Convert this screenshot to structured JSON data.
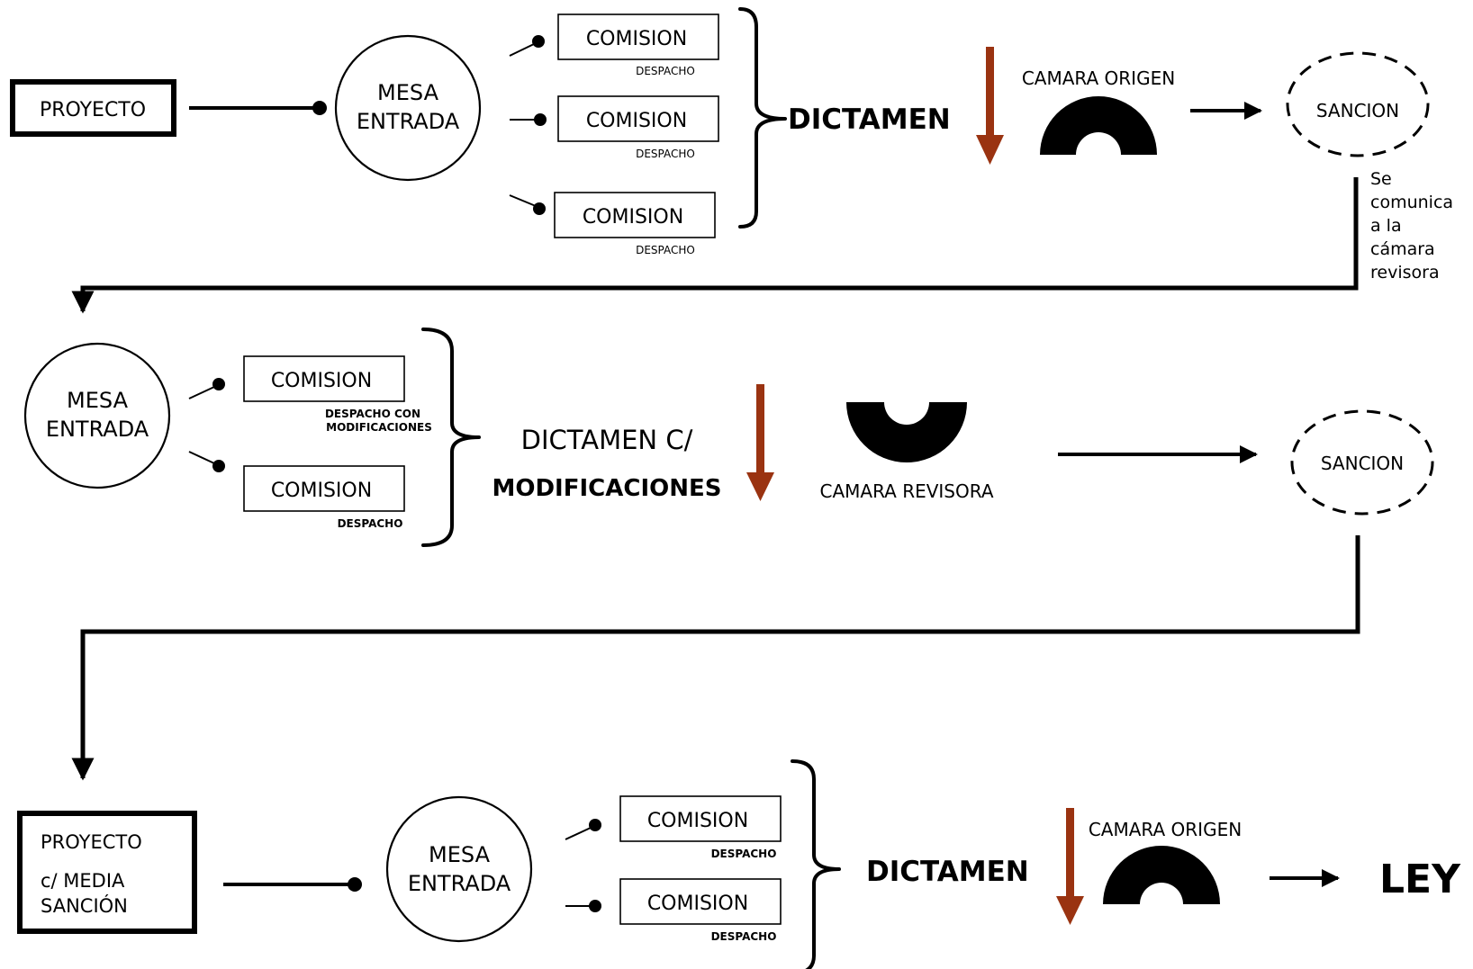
{
  "colors": {
    "ink": "#000000",
    "arrow": "#9a3311"
  },
  "row1": {
    "proyecto": "PROYECTO",
    "mesa": [
      "MESA",
      "ENTRADA"
    ],
    "comisiones": [
      {
        "label": "COMISION",
        "note": "DESPACHO"
      },
      {
        "label": "COMISION",
        "note": "DESPACHO"
      },
      {
        "label": "COMISION",
        "note": "DESPACHO"
      }
    ],
    "dictamen": "DICTAMEN",
    "camara": "CAMARA ORIGEN",
    "sancion": "SANCION",
    "note_lines": [
      "Se",
      "comunica",
      "a la",
      "cámara",
      "revisora"
    ]
  },
  "row2": {
    "mesa": [
      "MESA",
      "ENTRADA"
    ],
    "comisiones": [
      {
        "label": "COMISION",
        "note_lines": [
          "DESPACHO CON",
          "MODIFICACIONES"
        ]
      },
      {
        "label": "COMISION",
        "note_lines": [
          "DESPACHO"
        ]
      }
    ],
    "dictamen_lines": [
      "DICTAMEN C/",
      "MODIFICACIONES"
    ],
    "camara": "CAMARA REVISORA",
    "sancion": "SANCION"
  },
  "row3": {
    "proyecto_lines": [
      "PROYECTO",
      "c/ MEDIA",
      "SANCIÓN"
    ],
    "mesa": [
      "MESA",
      "ENTRADA"
    ],
    "comisiones": [
      {
        "label": "COMISION",
        "note": "DESPACHO"
      },
      {
        "label": "COMISION",
        "note": "DESPACHO"
      }
    ],
    "dictamen": "DICTAMEN",
    "camara": "CAMARA ORIGEN",
    "result": "LEY"
  }
}
